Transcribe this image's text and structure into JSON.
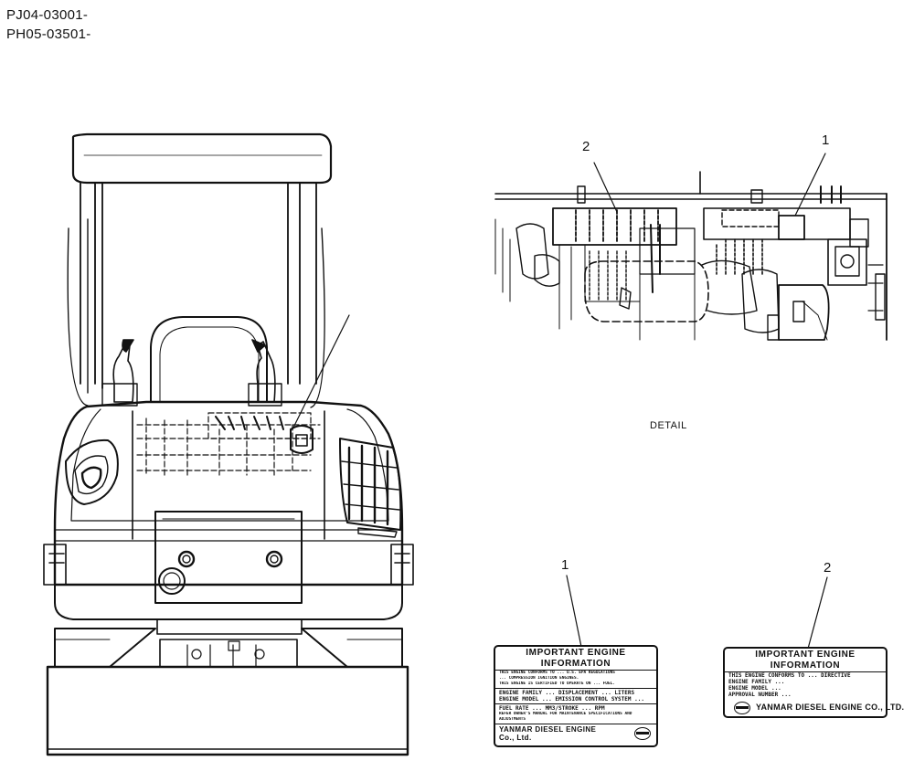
{
  "header": {
    "serial_lines": [
      "PJ04-03001-",
      "PH05-03501-"
    ]
  },
  "callouts": {
    "detail_item_2": "2",
    "detail_item_1": "1",
    "decal_item_1": "1",
    "decal_item_2": "2"
  },
  "detail": {
    "label": "DETAIL"
  },
  "decal_1": {
    "heading": "IMPORTANT ENGINE INFORMATION",
    "lines": [
      "THIS ENGINE CONFORMS TO ... U.S. EPA REGULATIONS",
      "... COMPRESSION IGNITION ENGINES.",
      "THIS ENGINE IS CERTIFIED TO OPERATE ON ... FUEL.",
      "ENGINE FAMILY ...   DISPLACEMENT ... LITERS",
      "ENGINE MODEL ...   EMISSION CONTROL SYSTEM ...",
      "FUEL RATE ... MM3/STROKE ... RPM",
      "REFER OWNER'S MANUAL FOR MAINTENANCE SPECIFICATIONS AND",
      "ADJUSTMENTS"
    ],
    "maker_lines": [
      "YANMAR DIESEL ENGINE",
      "Co., Ltd."
    ]
  },
  "decal_2": {
    "heading": "IMPORTANT ENGINE INFORMATION",
    "lines": [
      "THIS ENGINE CONFORMS TO ... DIRECTIVE",
      "ENGINE FAMILY ...",
      "ENGINE MODEL ...",
      "APPROVAL NUMBER ..."
    ],
    "maker": "YANMAR DIESEL ENGINE CO., LTD."
  },
  "colors": {
    "ink": "#111111",
    "paper": "#ffffff"
  }
}
